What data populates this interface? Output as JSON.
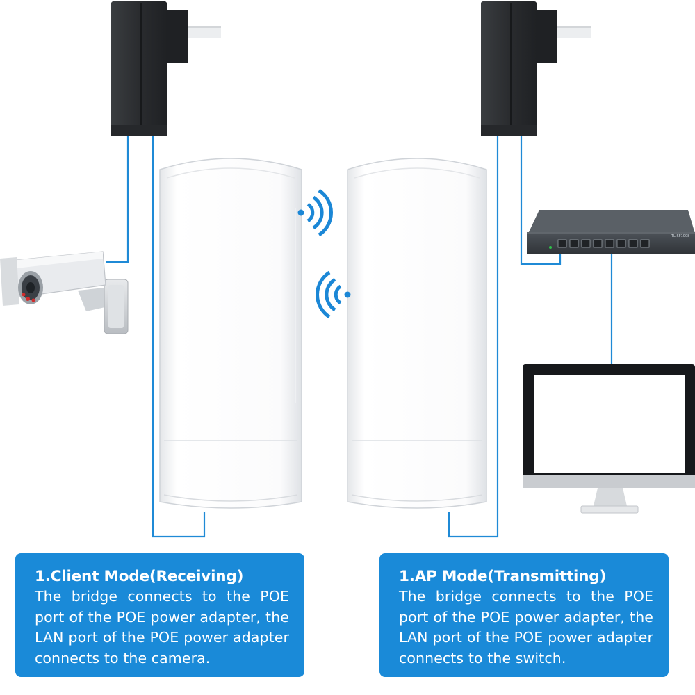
{
  "client_panel": {
    "title": "1.Client Mode(Receiving)",
    "body": "The bridge connects to the POE port of the POE power adapter, the LAN port of the POE power adapter connects to the camera."
  },
  "ap_panel": {
    "title": "1.AP Mode(Transmitting)",
    "body": "The bridge connects to the POE port of the POE power adapter, the LAN port of the POE power adapter connects to the switch."
  },
  "switch_brand": "TL-SF1008",
  "colors": {
    "caption_background": "#1a8ad8",
    "cable": "#1f8ad6",
    "adapter": "#2d3033",
    "wifi_signal": "#1b87d6"
  },
  "icons": [
    "power-adapter-icon",
    "bridge-icon",
    "wifi-signal-icon",
    "camera-icon",
    "switch-icon",
    "monitor-icon"
  ]
}
